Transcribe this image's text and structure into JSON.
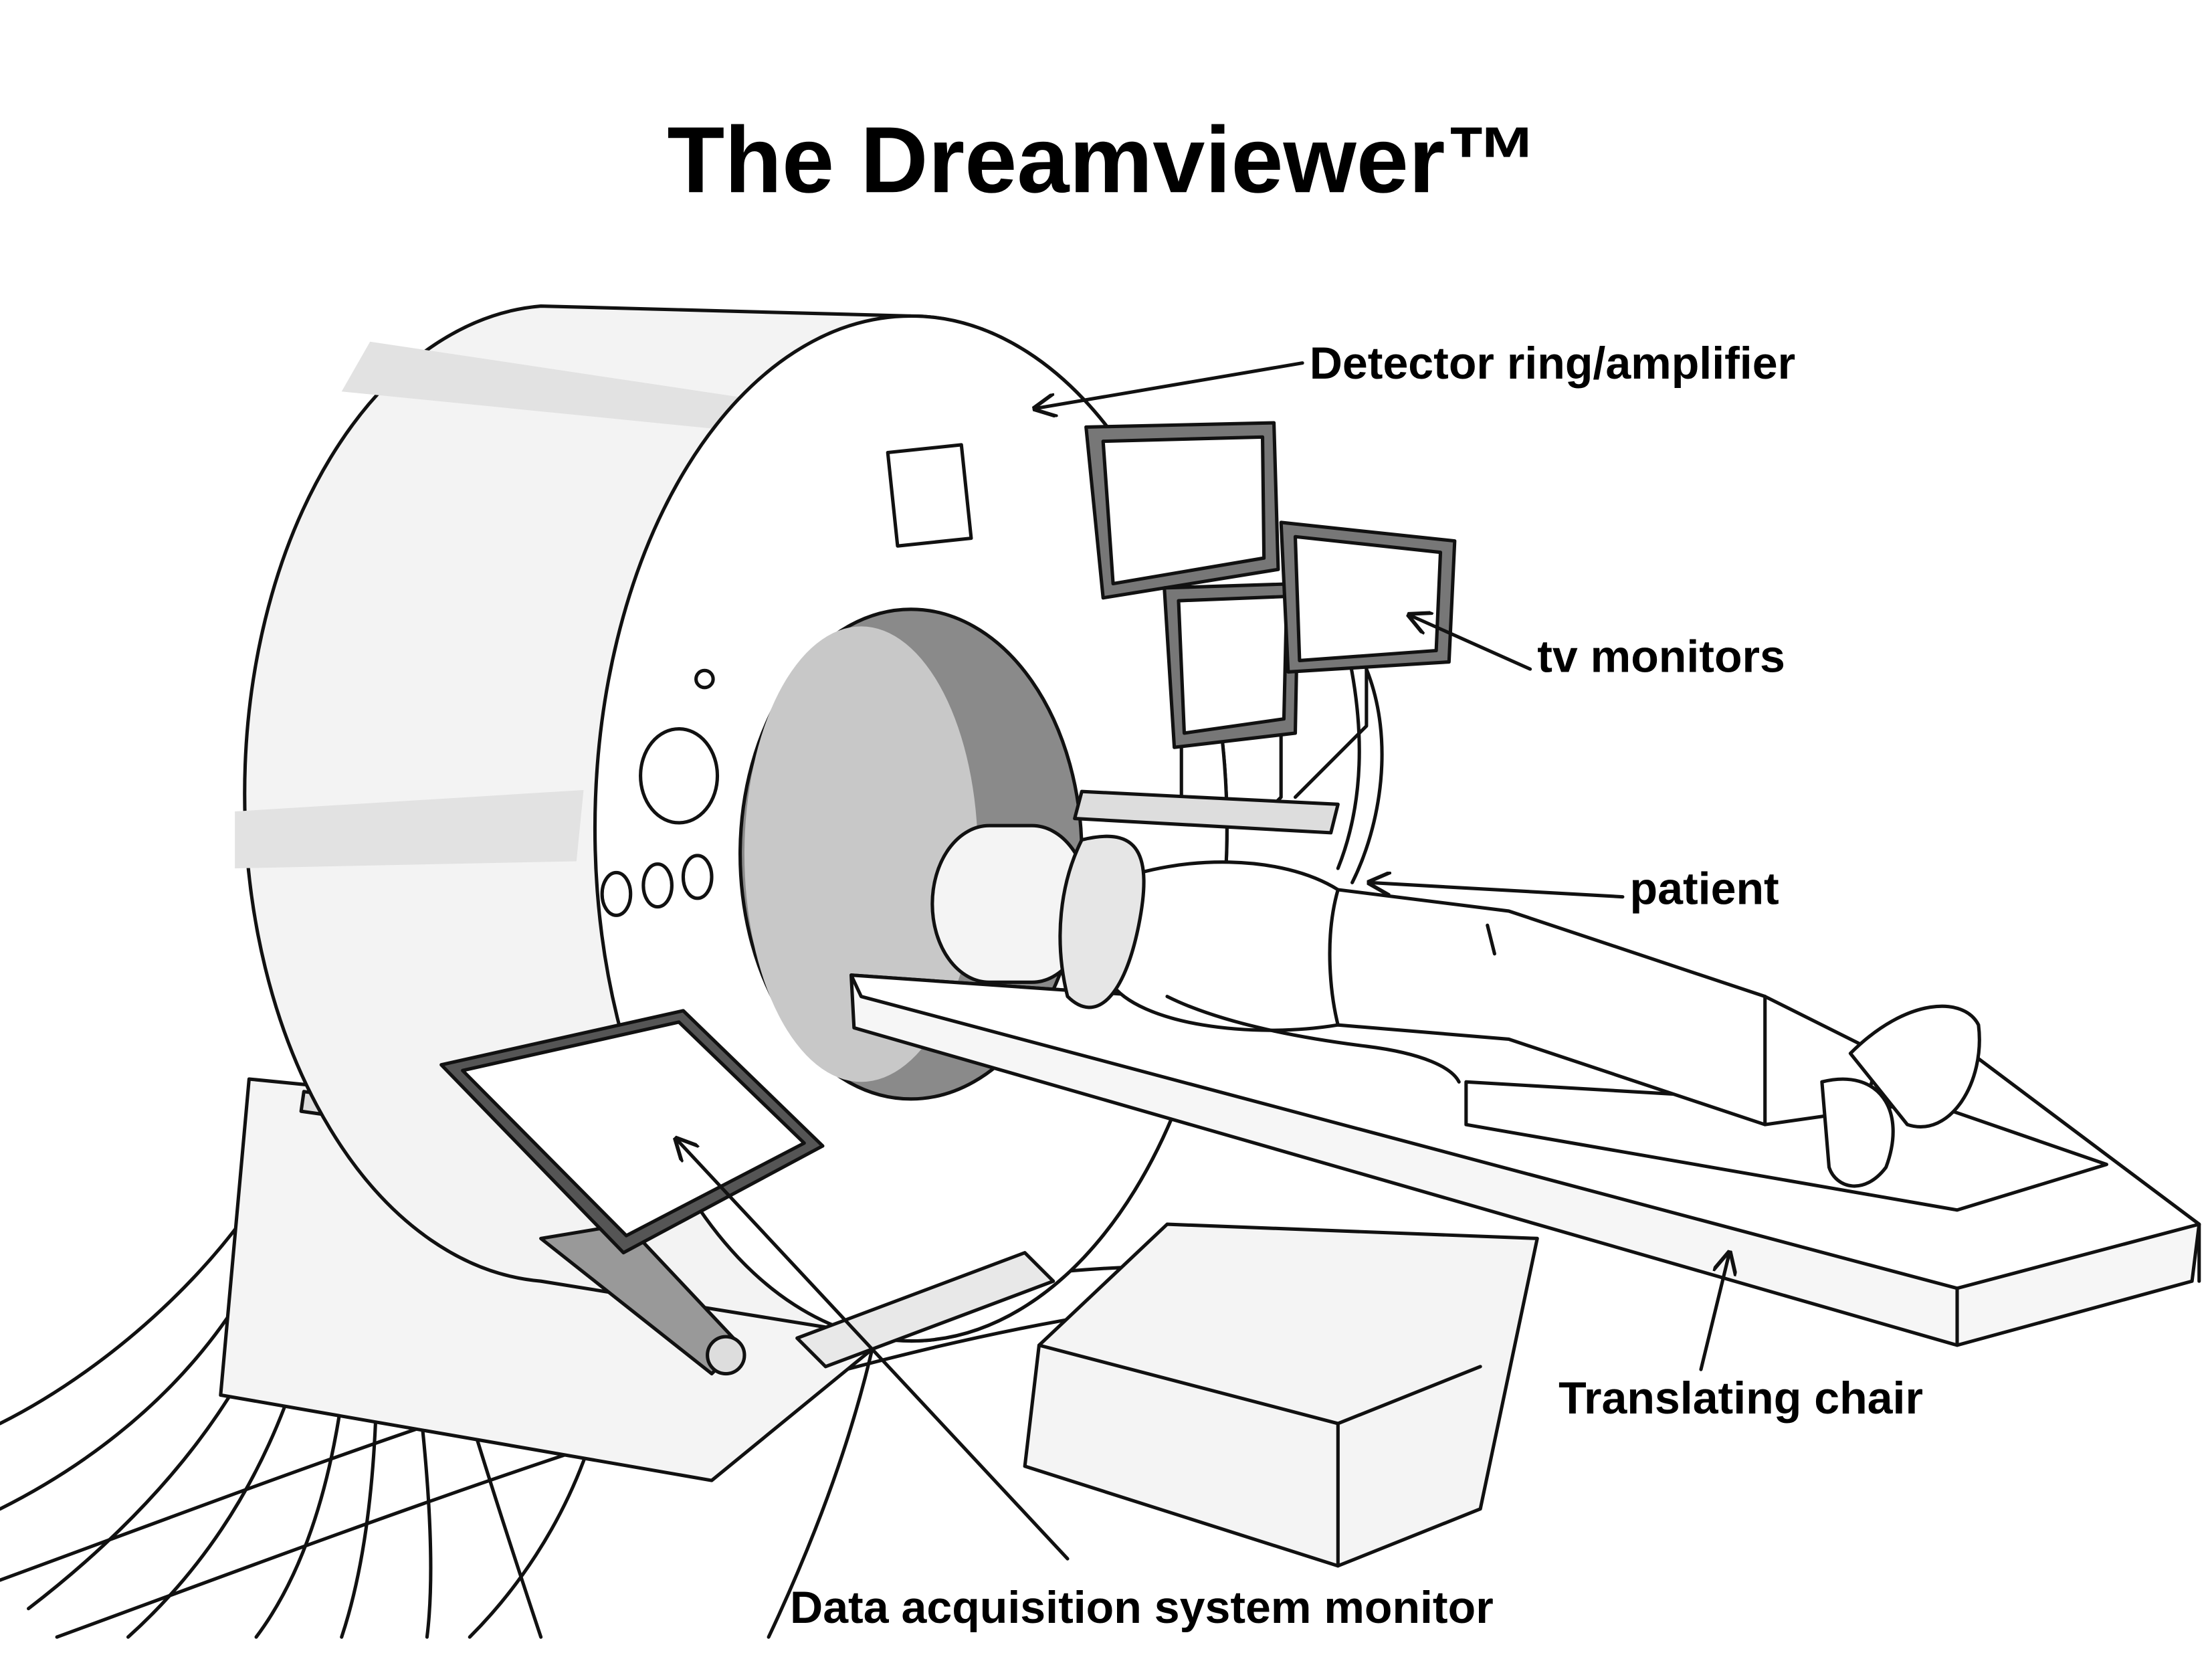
{
  "title": "The Dreamviewer™",
  "labels": {
    "detector": "Detector ring/amplifier",
    "monitors": "tv monitors",
    "patient": "patient",
    "chair": "Translating chair",
    "daq": "Data acquisition system monitor"
  }
}
